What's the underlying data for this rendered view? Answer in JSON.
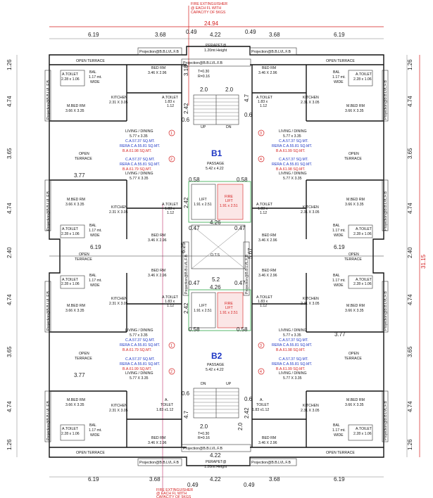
{
  "dims": {
    "top_total": "24.94",
    "side_total": "31.15",
    "d619": "6.19",
    "d368": "3.68",
    "d049": "0.49",
    "d422": "4.22",
    "d126": "1.26",
    "d474": "4.74",
    "d365": "3.65",
    "d240": "2.40",
    "d377": "3.77",
    "d058": "0.58",
    "d047": "0.47",
    "d426": "4.26",
    "d567": "5.67",
    "d52": "5.2",
    "d625": "6.25",
    "d318": "3.18",
    "d47": "4.7",
    "d242": "2.42",
    "d06": "0.6",
    "d20": "2.0"
  },
  "labels": {
    "fire_ext": "FIRE EXTINGUISHER",
    "fire_ext2": "@ EACH FL WITH",
    "fire_ext3": "CAPACITY OF 5KGS",
    "open_terrace": "OPEN TERRACE",
    "open": "OPEN",
    "terrace": "TERRACE",
    "projection": "Projection@B.B.LVL.F.B",
    "perapet": "PERAPET@",
    "perapet_h": "1.20mt Height",
    "bed": "BED RM",
    "bed_d": "3.46 X 2.96",
    "mbed": "M.BED RM",
    "mbed_d": "3.66 X 3.35",
    "kitchen": "KITCHEN",
    "kitchen_d": "2.31 X 3.05",
    "atoilet": "A.TOILET",
    "atoilet_d": "2.28 x 1.06",
    "atoilet_s": "1.83 x",
    "atoilet_s2": "1.12",
    "atoilet_s3": "1.83 x1.12",
    "a": "A.",
    "toilet": "TOILET",
    "bal": "BAL",
    "bal_d": "1.17 mt.",
    "wide": "WIDE",
    "living": "LIVING / DINING",
    "living_d": "5.77 x 3.35",
    "living_d2": "5.77 X 3.35",
    "ca": "C.A.57.37 SQ.MT.",
    "rera": "RERA C.A.55.81 SQ.MT.",
    "ba1": "B.A.61.98 SQ.MT.",
    "ba2": "B.A.61.79 SQ.MT.",
    "ba3": "B.A.61.99 SQ.MT.",
    "b1": "B1",
    "b2": "B2",
    "passage": "PASSAGE",
    "passage_d": "5.42 x 4.22",
    "lift": "LIFT",
    "lift_d": "1.91 x 2.51",
    "fire": "FIRE",
    "fire_lift": "LIFT",
    "ots": "O.T.S",
    "t030": "T=0.30",
    "r016": "R=0.16",
    "up": "UP",
    "dn": "DN",
    "n1": "1",
    "n2": "2",
    "n3": "3",
    "n4": "4"
  }
}
